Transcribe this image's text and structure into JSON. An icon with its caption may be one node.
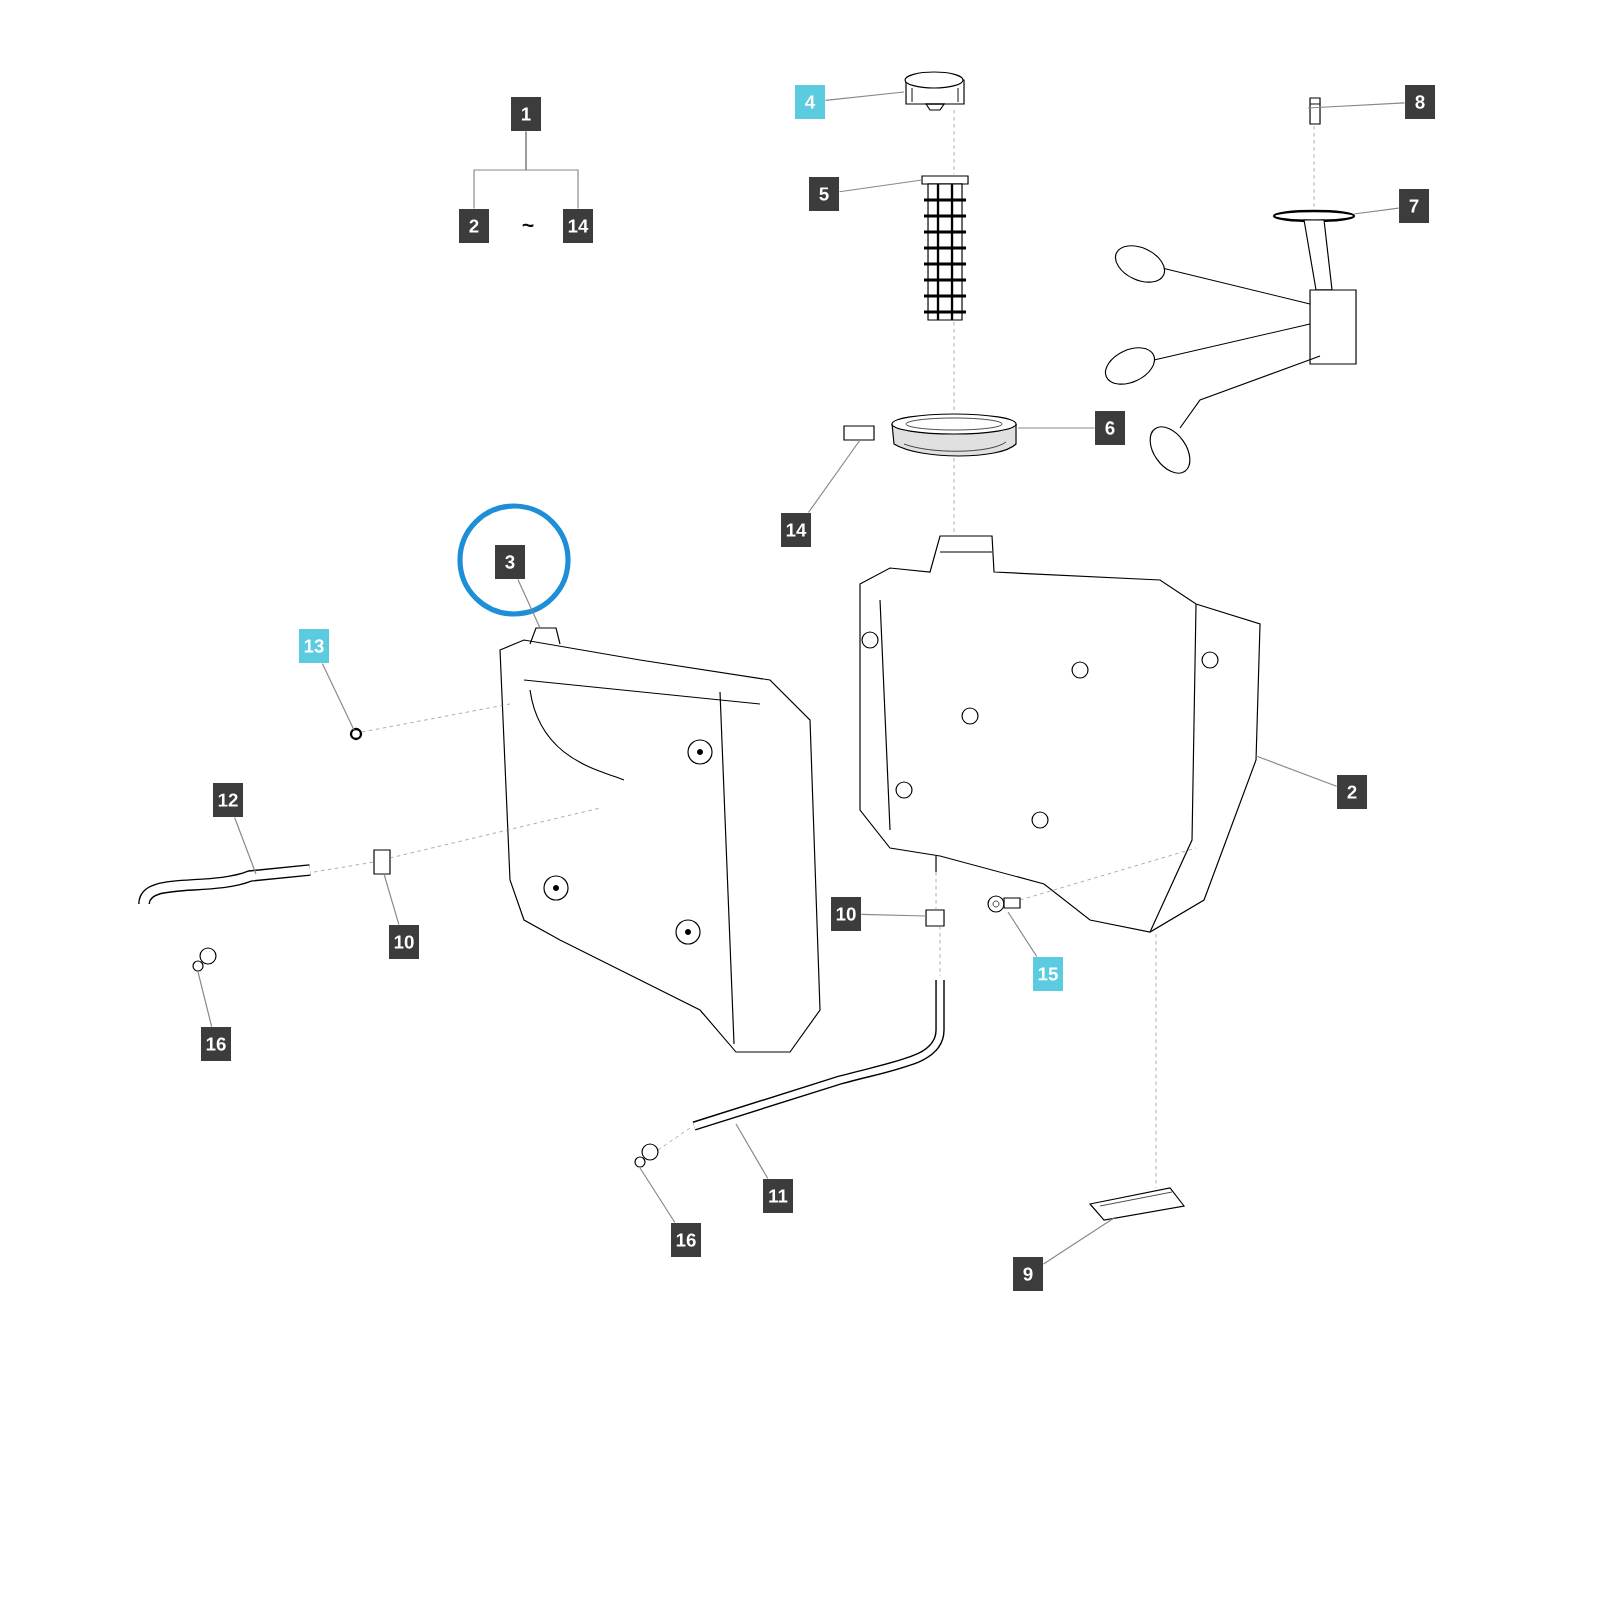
{
  "diagram": {
    "nodes": [
      {
        "text": [
          "1"
        ]
      },
      {
        "text": [
          "2"
        ]
      },
      {
        "text": [
          "14"
        ]
      },
      {
        "text": [
          "4"
        ]
      },
      {
        "text": [
          "8"
        ]
      },
      {
        "text": [
          "5"
        ]
      },
      {
        "text": [
          "7"
        ]
      },
      {
        "text": [
          "6"
        ]
      },
      {
        "text": [
          "14"
        ]
      },
      {
        "text": [
          "3"
        ]
      },
      {
        "text": [
          "13"
        ]
      },
      {
        "text": [
          "2"
        ]
      },
      {
        "text": [
          "12"
        ]
      },
      {
        "text": [
          "10"
        ]
      },
      {
        "text": [
          "10"
        ]
      },
      {
        "text": [
          "15"
        ]
      },
      {
        "text": [
          "16"
        ]
      },
      {
        "text": [
          "11"
        ]
      },
      {
        "text": [
          "16"
        ]
      },
      {
        "text": [
          "9"
        ]
      },
      {
        "text": [],
        "shape": "picture"
      },
      {
        "text": [],
        "shape": "picture"
      },
      {
        "text": [],
        "shape": "picture"
      },
      {
        "text": [],
        "shape": "picture"
      },
      {
        "text": [],
        "shape": "picture"
      },
      {
        "text": [],
        "shape": "box"
      },
      {
        "text": [],
        "shape": "picture"
      },
      {
        "text": [],
        "shape": "circle"
      },
      {
        "text": [],
        "shape": "picture"
      },
      {
        "text": [],
        "shape": "picture"
      },
      {
        "text": [],
        "shape": "box"
      },
      {
        "text": [],
        "shape": "box"
      },
      {
        "text": [],
        "shape": "picture"
      },
      {
        "text": [],
        "shape": "picture"
      },
      {
        "text": [],
        "shape": "picture"
      },
      {
        "text": [],
        "shape": "picture"
      },
      {
        "text": [],
        "shape": "picture"
      }
    ],
    "edges": [
      {
        "from": 0,
        "to": 1,
        "arrow": "none"
      },
      {
        "from": 0,
        "to": 2,
        "arrow": "none"
      },
      {
        "from": 3,
        "to": 20,
        "arrow": "none"
      },
      {
        "from": 4,
        "to": 21,
        "arrow": "none"
      },
      {
        "from": 5,
        "to": 22,
        "arrow": "none"
      },
      {
        "from": 6,
        "to": 23,
        "arrow": "none"
      },
      {
        "from": 7,
        "to": 24,
        "arrow": "none"
      },
      {
        "from": 8,
        "to": 25,
        "arrow": "none"
      },
      {
        "from": 9,
        "to": 26,
        "arrow": "none"
      },
      {
        "from": 10,
        "to": 27,
        "arrow": "none"
      },
      {
        "from": 11,
        "to": 28,
        "arrow": "none"
      },
      {
        "from": 12,
        "to": 29,
        "arrow": "none"
      },
      {
        "from": 13,
        "to": 30,
        "arrow": "none"
      },
      {
        "from": 14,
        "to": 31,
        "arrow": "none"
      },
      {
        "from": 15,
        "to": 32,
        "arrow": "none"
      },
      {
        "from": 16,
        "to": 33,
        "arrow": "none"
      },
      {
        "from": 17,
        "to": 34,
        "arrow": "none"
      },
      {
        "from": 18,
        "to": 35,
        "arrow": "none"
      },
      {
        "from": 19,
        "to": 36,
        "arrow": "none"
      },
      {
        "from": 20,
        "to": 22,
        "arrow": "none",
        "style": "dashed"
      },
      {
        "from": 22,
        "to": 24,
        "arrow": "none",
        "style": "dashed"
      },
      {
        "from": 24,
        "to": 28,
        "arrow": "none",
        "style": "dashed"
      },
      {
        "from": 21,
        "to": 23,
        "arrow": "none",
        "style": "dashed"
      },
      {
        "from": 27,
        "to": 26,
        "arrow": "none",
        "style": "dashed"
      },
      {
        "from": 29,
        "to": 30,
        "arrow": "none",
        "style": "dashed"
      },
      {
        "from": 30,
        "to": 26,
        "arrow": "none",
        "style": "dashed"
      },
      {
        "from": 28,
        "to": 31,
        "arrow": "none",
        "style": "dashed"
      },
      {
        "from": 31,
        "to": 34,
        "arrow": "none",
        "style": "dashed"
      },
      {
        "from": 32,
        "to": 28,
        "arrow": "none",
        "style": "dashed"
      },
      {
        "from": 28,
        "to": 36,
        "arrow": "none",
        "style": "dashed"
      },
      {
        "from": 35,
        "to": 34,
        "arrow": "none",
        "style": "dashed"
      }
    ],
    "labels": [
      "~"
    ]
  }
}
